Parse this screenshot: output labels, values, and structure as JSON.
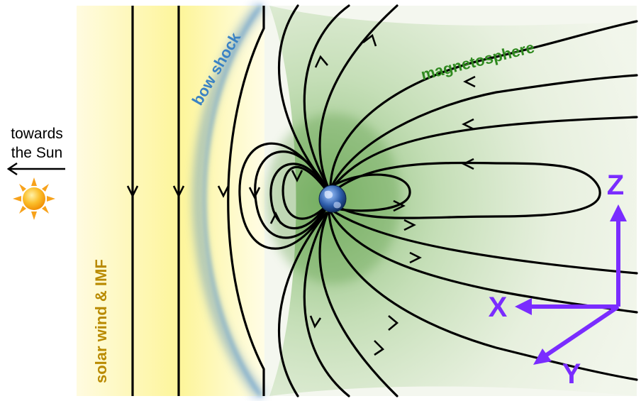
{
  "labels": {
    "towards": "towards",
    "the_sun": "the Sun",
    "bow_shock": "bow shock",
    "magnetosphere": "magnetosphere",
    "solar_wind": "solar wind & IMF",
    "axis_x": "X",
    "axis_y": "Y",
    "axis_z": "Z"
  },
  "icons": {
    "sun": "sun-icon",
    "earth": "earth-icon",
    "arrow": "left-arrow-icon"
  },
  "colors": {
    "solar_wind_yellow": "#fdf7a6",
    "bow_shock_blue": "#3d7fbf",
    "magnetosphere_green": "#8fc07a",
    "field_line": "#000000",
    "axis_purple": "#7a2cff",
    "bow_label": "#3a82c4",
    "magneto_label": "#2f8a1f",
    "solar_label": "#b98a00",
    "sun": "#f7a21b"
  }
}
